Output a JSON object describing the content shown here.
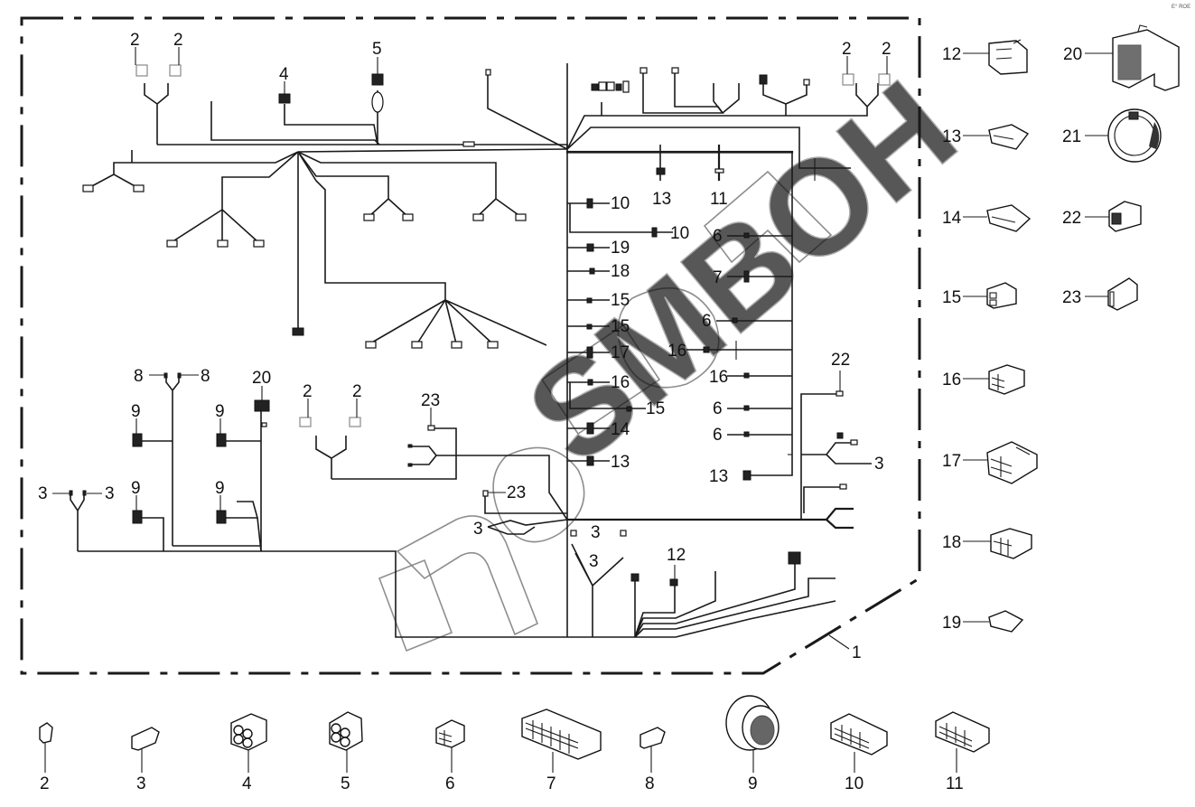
{
  "corner_code": "E° ROE",
  "watermark": "SMBOH",
  "frame_label": "1",
  "harness_labels": {
    "top_left_2a": "2",
    "top_left_2b": "2",
    "top_4": "4",
    "top_5": "5",
    "top_right_2a": "2",
    "top_right_2b": "2",
    "c13_top": "13",
    "c11_top": "11",
    "c10a": "10",
    "c10b": "10",
    "c19": "19",
    "c18": "18",
    "c15a": "15",
    "c15b": "15",
    "c17": "17",
    "c16a": "16",
    "c15c": "15",
    "c14": "14",
    "c13a": "13",
    "r6a": "6",
    "r7": "7",
    "r6b": "6",
    "r16a": "16",
    "r16b": "16",
    "r6c": "6",
    "r6d": "6",
    "r13": "13",
    "r22": "22",
    "r3": "3",
    "l8a": "8",
    "l8b": "8",
    "l20": "20",
    "l9a": "9",
    "l9b": "9",
    "l9c": "9",
    "l9d": "9",
    "l3a": "3",
    "l3b": "3",
    "m2a": "2",
    "m2b": "2",
    "m23a": "23",
    "m23b": "23",
    "m3": "3",
    "b3a": "3",
    "b3b": "3",
    "b12": "12"
  },
  "parts_right": [
    {
      "num": "12"
    },
    {
      "num": "20"
    },
    {
      "num": "13"
    },
    {
      "num": "21"
    },
    {
      "num": "14"
    },
    {
      "num": "22"
    },
    {
      "num": "15"
    },
    {
      "num": "23"
    },
    {
      "num": "16"
    },
    {
      "num": "17"
    },
    {
      "num": "18"
    },
    {
      "num": "19"
    }
  ],
  "parts_bottom": [
    {
      "num": "2"
    },
    {
      "num": "3"
    },
    {
      "num": "4"
    },
    {
      "num": "5"
    },
    {
      "num": "6"
    },
    {
      "num": "7"
    },
    {
      "num": "8"
    },
    {
      "num": "9"
    },
    {
      "num": "10"
    },
    {
      "num": "11"
    }
  ]
}
